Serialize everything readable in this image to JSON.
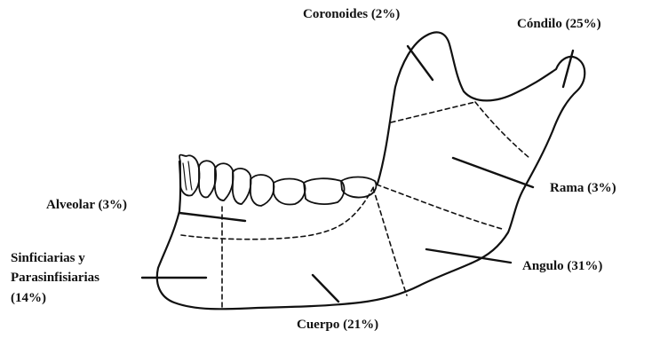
{
  "labels": {
    "coronoides": "Coronoides (2%)",
    "condilo": "Cóndilo (25%)",
    "rama": "Rama (3%)",
    "angulo": "Angulo (31%)",
    "cuerpo": "Cuerpo (21%)",
    "alveolar": "Alveolar (3%)",
    "sinfisiarias_line1": "Sinficiarias y",
    "sinfisiarias_line2": "Parasinfisiarias",
    "sinfisiarias_line3": "(14%)"
  },
  "colors": {
    "ink": "#111111",
    "background": "#ffffff"
  }
}
